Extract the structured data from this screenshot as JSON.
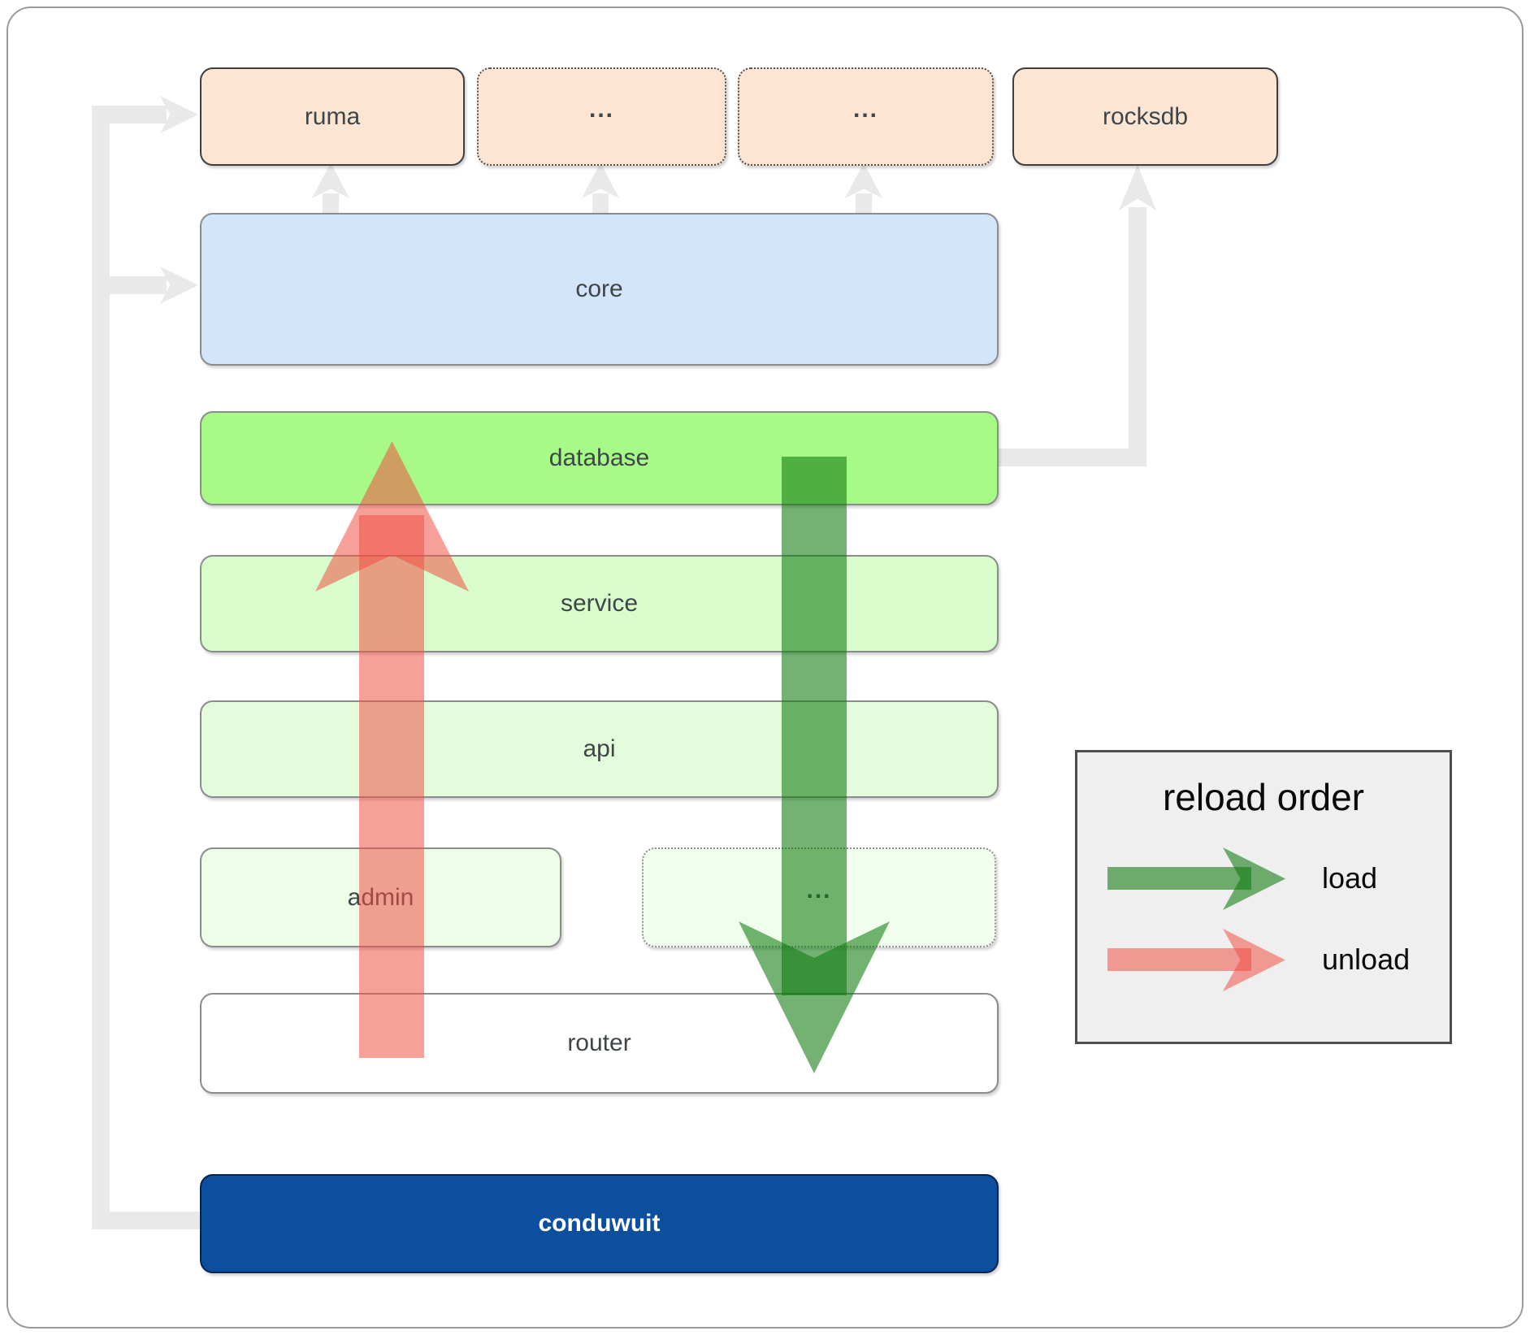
{
  "boxes": {
    "ruma": "ruma",
    "ellipsis1": "...",
    "ellipsis2": "...",
    "rocksdb": "rocksdb",
    "core": "core",
    "database": "database",
    "service": "service",
    "api": "api",
    "admin": "admin",
    "ellipsis3": "...",
    "router": "router",
    "conduwuit": "conduwuit"
  },
  "legend": {
    "title": "reload order",
    "load_label": "load",
    "unload_label": "unload"
  },
  "colors": {
    "peach": "#FCE5D3",
    "core_blue": "#D3E5F9",
    "database_green": "#A6FA85",
    "service_green": "#D9FCCC",
    "api_green": "#E3FCDB",
    "admin_green": "#EDFDE8",
    "ellipsis_green": "#F1FEED",
    "router_white": "#FFFFFF",
    "conduwuit_blue": "#0B4F9E",
    "connector_gray": "#E9E9E9",
    "load_green": "rgba(15,122,15,0.58)",
    "unload_red": "rgba(240,80,69,0.55)",
    "legend_bg": "#EFEFEF",
    "label_text": "#3F4649"
  }
}
